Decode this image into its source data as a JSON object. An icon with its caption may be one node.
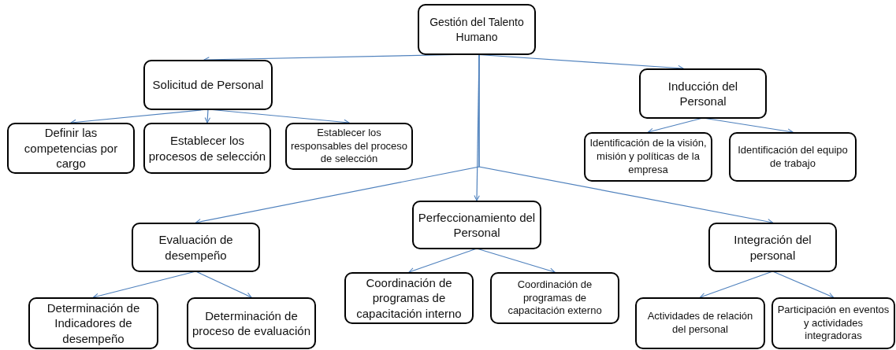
{
  "diagram": {
    "nodes": [
      {
        "text": [
          "Gestión del Talento Humano"
        ]
      },
      {
        "text": [
          "Solicitud de Personal"
        ]
      },
      {
        "text": [
          "Definir las competencias por cargo"
        ]
      },
      {
        "text": [
          "Establecer los procesos de selección"
        ]
      },
      {
        "text": [
          "Establecer los responsables del proceso de selección"
        ]
      },
      {
        "text": [
          "Inducción del Personal"
        ]
      },
      {
        "text": [
          "Identificación de la visión, misión y políticas de la empresa"
        ]
      },
      {
        "text": [
          "Identificación del equipo de trabajo"
        ]
      },
      {
        "text": [
          "Evaluación de desempeño"
        ]
      },
      {
        "text": [
          "Perfeccionamiento del Personal"
        ]
      },
      {
        "text": [
          "Integración del personal"
        ]
      },
      {
        "text": [
          "Determinación de Indicadores de desempeño"
        ]
      },
      {
        "text": [
          "Determinación de proceso de evaluación"
        ]
      },
      {
        "text": [
          "Coordinación de programas de capacitación interno"
        ]
      },
      {
        "text": [
          "Coordinación de programas de capacitación externo"
        ]
      },
      {
        "text": [
          "Actividades de relación del personal"
        ]
      },
      {
        "text": [
          "Participación en eventos y actividades integradoras"
        ]
      }
    ],
    "edges": [
      {
        "from": 0,
        "to": 1,
        "arrow": "to"
      },
      {
        "from": 0,
        "to": 5,
        "arrow": "to"
      },
      {
        "from": 0,
        "to": 9,
        "arrow": "to"
      },
      {
        "from": 0,
        "to": 8,
        "arrow": "to"
      },
      {
        "from": 0,
        "to": 10,
        "arrow": "to"
      },
      {
        "from": 1,
        "to": 2,
        "arrow": "to"
      },
      {
        "from": 1,
        "to": 3,
        "arrow": "to"
      },
      {
        "from": 1,
        "to": 4,
        "arrow": "to"
      },
      {
        "from": 5,
        "to": 6,
        "arrow": "to"
      },
      {
        "from": 5,
        "to": 7,
        "arrow": "to"
      },
      {
        "from": 8,
        "to": 11,
        "arrow": "to"
      },
      {
        "from": 8,
        "to": 12,
        "arrow": "to"
      },
      {
        "from": 9,
        "to": 13,
        "arrow": "to"
      },
      {
        "from": 9,
        "to": 14,
        "arrow": "to"
      },
      {
        "from": 10,
        "to": 15,
        "arrow": "to"
      },
      {
        "from": 10,
        "to": 16,
        "arrow": "to"
      }
    ]
  }
}
